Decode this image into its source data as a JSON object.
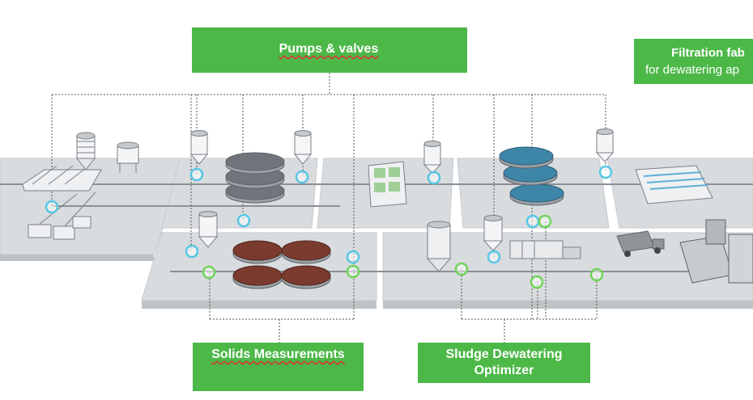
{
  "labels": {
    "pumps_valves": "Pumps & valves",
    "filtration_line1": "Filtration fab",
    "filtration_line2": "for dewatering ap",
    "solids_measurements": "Solids Measurements",
    "sludge_line1": "Sludge Dewatering",
    "sludge_line2": "Optimizer"
  },
  "colors": {
    "label_green": "#4cb848",
    "platform": "#d9dcde",
    "platform_edge": "#bfc3c6",
    "blue_marker": "#57c6e6",
    "green_marker": "#6fd35a",
    "connector": "#555555",
    "pipe": "#8b9096",
    "pump_blue": "#1e88d8"
  },
  "icons": [
    "pump-icon",
    "valve-icon",
    "silo-icon",
    "clarifier-icon",
    "filter-basin-icon",
    "sensor-icon",
    "truck-icon",
    "building-icon"
  ]
}
